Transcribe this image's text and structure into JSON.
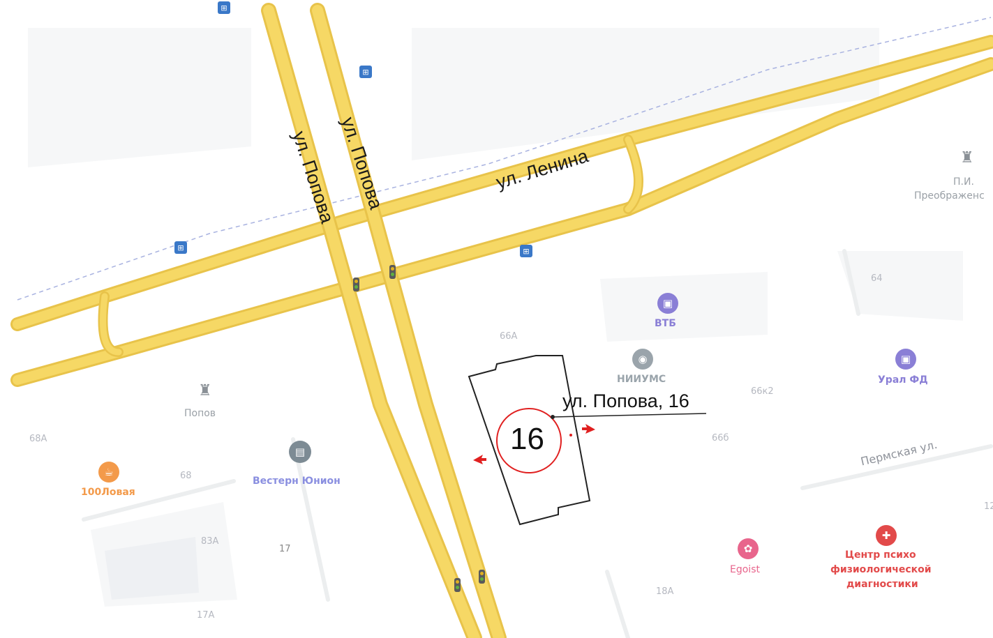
{
  "map": {
    "streets": {
      "lenina": "ул. Ленина",
      "popova_west": "ул. Попова",
      "popova_east": "ул. Попова",
      "permskaya": "Пермская ул."
    },
    "marker": {
      "number": "16",
      "callout": "ул. Попова, 16"
    },
    "houses": {
      "h66a": "66А",
      "h66k2": "66к2",
      "h66b": "66б",
      "h64": "64",
      "h68a": "68А",
      "h68": "68",
      "h83a": "83А",
      "h17": "17",
      "h17a": "17А",
      "h18a": "18А",
      "h12": "12"
    },
    "pois": {
      "vtb": "ВТБ",
      "niiums": "НИИУМС",
      "ural_fd": "Урал ФД",
      "popov": "Попов",
      "preobr_1": "П.И.",
      "preobr_2": "Преображенс",
      "stolovaya": "100Ловая",
      "western_union": "Вестерн Юнион",
      "egoist": "Egoist",
      "center_1": "Центр психо",
      "center_2": "физиологической",
      "center_3": "диагностики"
    },
    "colors": {
      "road": "#f4d35c",
      "road_edge": "#e8c34a",
      "marker_ring": "#e02020",
      "poi_bank": "#8a7fd6",
      "poi_gray": "#7d8b94",
      "poi_food": "#f39a4a",
      "poi_beauty": "#e8658c",
      "poi_medical": "#e24a4a",
      "transit": "#3a78c8"
    },
    "icons": {
      "bus_stop": "bus-stop-icon",
      "traffic_light": "traffic-light-icon",
      "bank": "bank-icon",
      "monument": "monument-icon",
      "cafe": "cafe-icon",
      "medical": "medical-cross-icon",
      "beauty": "beauty-salon-icon",
      "arrow": "entrance-arrow-icon"
    }
  }
}
